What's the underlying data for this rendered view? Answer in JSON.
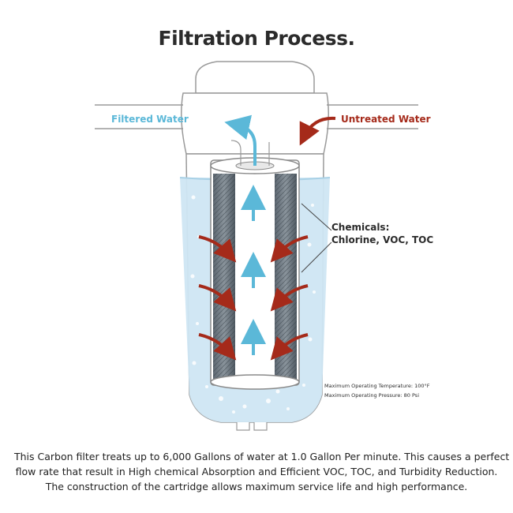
{
  "title": "Filtration Process.",
  "labels": {
    "filtered_water": "Filtered Water",
    "untreated_water": "Untreated Water",
    "chemicals_heading": "Chemicals:",
    "chemicals_list": "Chlorine, VOC, TOC",
    "max_temperature": "Maximum Operating Temperature: 100°F",
    "max_pressure": "Maximum Operating Pressure: 80 Psi"
  },
  "description": [
    "This Carbon filter treats up to 6,000 Gallons of water at 1.0 Gallon Per minute. This causes a perfect",
    "flow rate that result in High chemical Absorption and Efficient VOC, TOC, and Turbidity Reduction.",
    "The construction of the cartridge allows maximum service life and high performance."
  ],
  "colors": {
    "filtered_water": "#5bb8d8",
    "untreated_water": "#a52a1a",
    "water_fill": "#cfe6f3",
    "carbon": "#4a5560",
    "outline": "#9a9a9a",
    "text_dark": "#2b2b2b"
  }
}
